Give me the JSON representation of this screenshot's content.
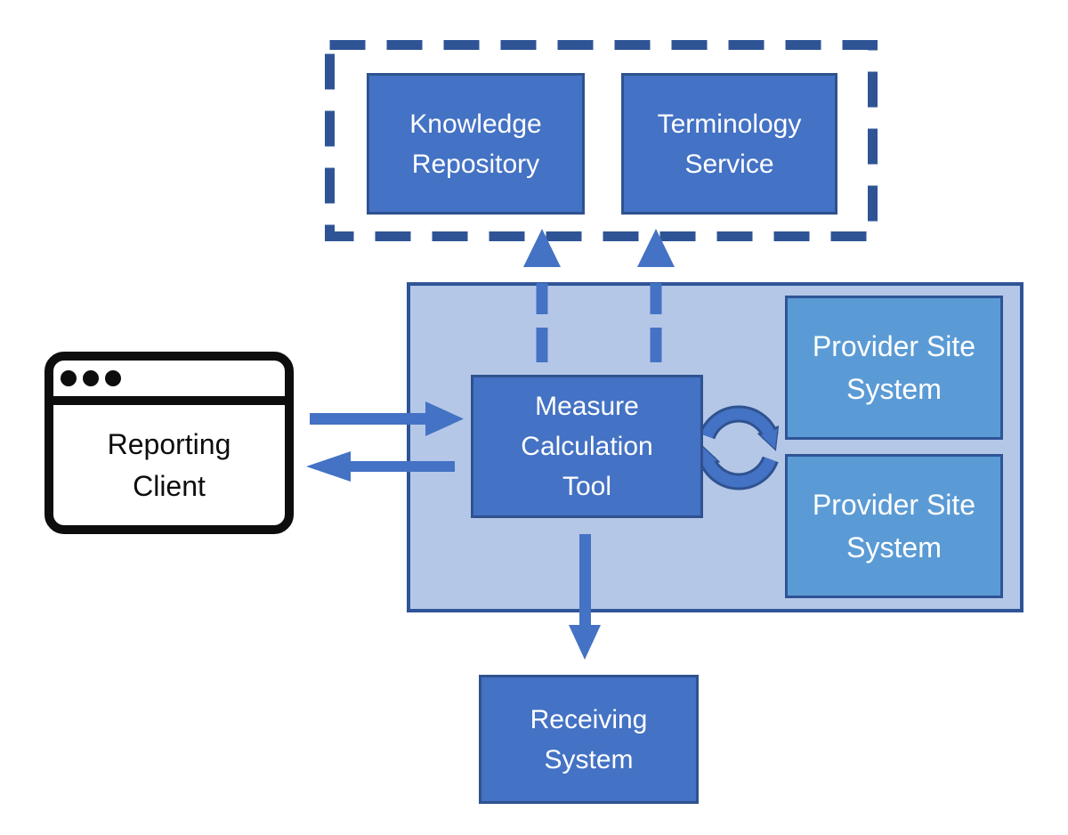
{
  "colors": {
    "blue": "#4472C4",
    "blue_dark": "#2F528F",
    "light_blue": "#5B9BD5",
    "pale_blue": "#B4C7E7",
    "frame_blue": "#2F5496",
    "arrow_blue": "#4472C4",
    "icon_black": "#0D0D0D",
    "text_white": "#FFFFFF"
  },
  "nodes": {
    "knowledge_repository": {
      "label": "Knowledge\nRepository"
    },
    "terminology_service": {
      "label": "Terminology\nService"
    },
    "measure_calculation_tool": {
      "label": "Measure\nCalculation\nTool"
    },
    "provider_site_system_1": {
      "label": "Provider Site\nSystem"
    },
    "provider_site_system_2": {
      "label": "Provider Site\nSystem"
    },
    "reporting_client": {
      "label": "Reporting\nClient"
    },
    "receiving_system": {
      "label": "Receiving\nSystem"
    }
  }
}
